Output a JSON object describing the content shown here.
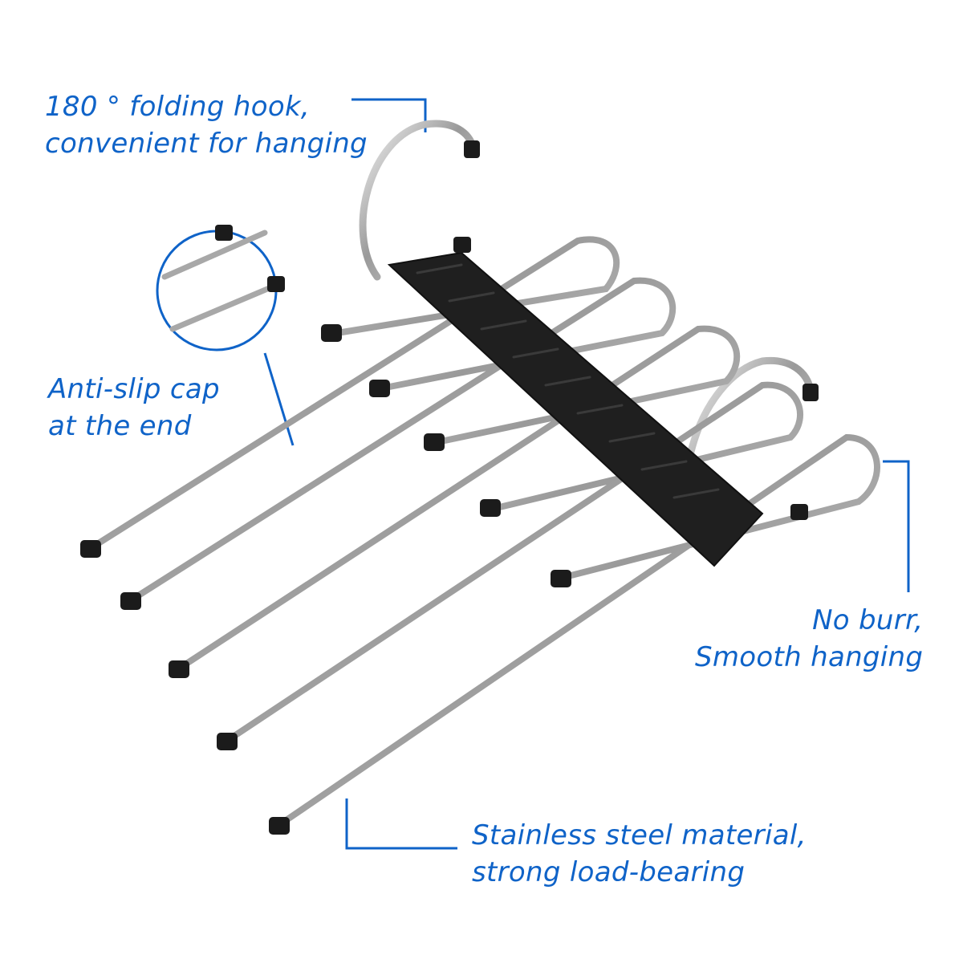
{
  "accent_color": "#0f63c8",
  "callouts": {
    "hook": {
      "line1": "180 ° folding hook,",
      "line2": "convenient for hanging"
    },
    "cap": {
      "line1": "Anti-slip cap",
      "line2": "at the end"
    },
    "burr": {
      "line1": "No burr,",
      "line2": "Smooth hanging"
    },
    "steel": {
      "line1": "Stainless steel material,",
      "line2": "strong load-bearing"
    }
  },
  "product": {
    "name_icon": "multi-layer-trouser-hanger-illustration",
    "rod_count": 5
  }
}
